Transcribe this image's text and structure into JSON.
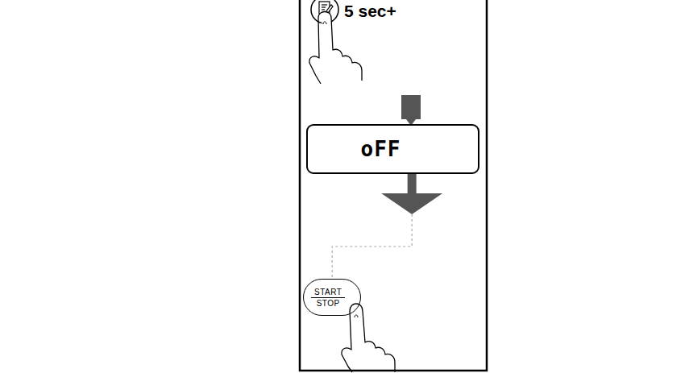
{
  "diagram": {
    "nodes": [
      {
        "text": [
          "oFF"
        ]
      },
      {
        "text": [
          "START",
          "STOP"
        ]
      }
    ],
    "edges": [
      {
        "from": 0,
        "to": 1,
        "arrow": "to"
      }
    ],
    "labels": [
      "5 sec+"
    ]
  }
}
